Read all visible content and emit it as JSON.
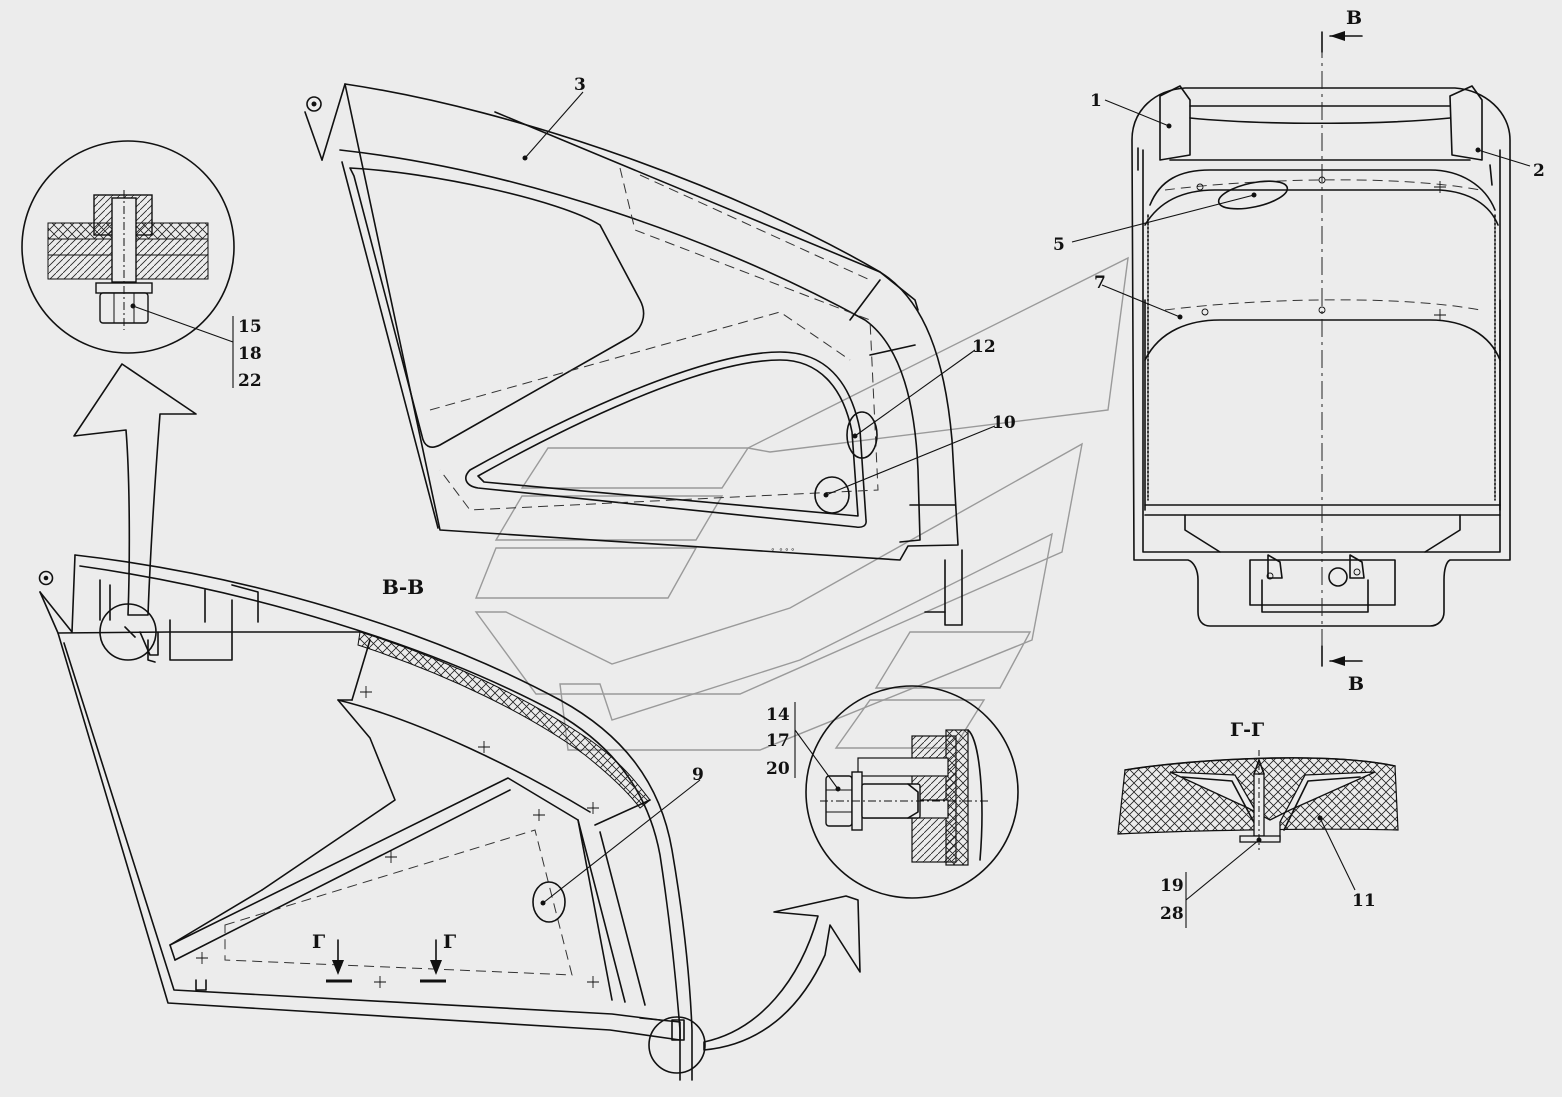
{
  "sections": {
    "bb_label": "В-В",
    "gg_label": "Г-Г",
    "b_top": "В",
    "b_bottom": "В",
    "g_left": "Г",
    "g_right": "Г"
  },
  "callouts": {
    "c1": "1",
    "c2": "2",
    "c3": "3",
    "c5": "5",
    "c7": "7",
    "c9": "9",
    "c10": "10",
    "c11": "11",
    "c12": "12",
    "c14": "14",
    "c15": "15",
    "c17": "17",
    "c18": "18",
    "c19": "19",
    "c20": "20",
    "c22": "22",
    "c28": "28"
  }
}
